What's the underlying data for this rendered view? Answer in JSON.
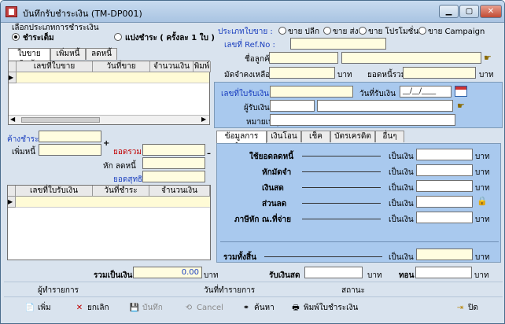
{
  "window": {
    "title": "บันทึกรับชำระเงิน (TM-DP001)",
    "min": "▁",
    "max": "▢",
    "close": "✕"
  },
  "payment_type": {
    "group_label": "เลือกประเภทการชำระเงิน",
    "option1": "ชำระเต็ม",
    "option2": "แบ่งชำระ ( ครั้งละ 1 ใบ )"
  },
  "left_tabs": {
    "tab1": "ใบขายสินค้า",
    "tab2": "เพิ่มหนี้",
    "tab3": "ลดหนี้"
  },
  "sales_grid": {
    "headers": [
      "",
      "เลขที่ใบขาย",
      "วันที่ขาย",
      "จำนวนเงิน",
      "พิมพ์"
    ]
  },
  "sale_type": {
    "label": "ประเภทใบขาย :",
    "options": [
      "ขาย ปลีก",
      "ขาย ส่ง",
      "ขาย โปรโมชั่น",
      "ขาย Campaign"
    ]
  },
  "ref_no": {
    "label": "เลขที่ Ref.No :"
  },
  "customer": {
    "label": "ชื่อลูกค้า :"
  },
  "deposit": {
    "label": "มัดจำคงเหลือ :",
    "unit": "บาท",
    "total_debt_label": "ยอดหนี้รวม",
    "total_debt_unit": "บาท"
  },
  "receipt": {
    "no_label": "เลขที่ใบรับเงิน",
    "date_label": "วันที่รับเงิน",
    "date_value": "__/__/____",
    "receiver_label": "ผู้รับเงิน",
    "note_label": "หมายเหตุ"
  },
  "summary": {
    "outstanding": "ค้างชำระ",
    "add_debt": "เพิ่มหนี้",
    "total": "ยอดรวม",
    "deduct_debt": "หัก ลดหนี้",
    "net": "ยอดสุทธิ"
  },
  "receipt_grid": {
    "headers": [
      "",
      "เลขที่ใบรับเงิน",
      "วันที่ชำระ",
      "จำนวนเงิน"
    ]
  },
  "pay_tabs": {
    "tab1": "ข้อมูลการชำระ",
    "tab2": "เงินโอน",
    "tab3": "เช็ค",
    "tab4": "บัตรเครดิต",
    "tab5": "อื่นๆ"
  },
  "pay_rows": [
    {
      "label": "ใช้ยอดลดหนี้",
      "as": "เป็นเงิน",
      "unit": "บาท"
    },
    {
      "label": "หักมัดจำ",
      "as": "เป็นเงิน",
      "unit": "บาท"
    },
    {
      "label": "เงินสด",
      "as": "เป็นเงิน",
      "unit": "บาท"
    },
    {
      "label": "ส่วนลด",
      "as": "เป็นเงิน",
      "unit": "บาท"
    },
    {
      "label": "ภาษีหัก ณ.ที่จ่าย",
      "as": "เป็นเงิน",
      "unit": "บาท"
    }
  ],
  "pay_total": {
    "label": "รวมทั้งสิ้น",
    "as": "เป็นเงิน",
    "unit": "บาท"
  },
  "bottom": {
    "sum_label": "รวมเป็นเงิน",
    "sum_value": "0.00",
    "sum_unit": "บาท",
    "cash_recv_label": "รับเงินสด",
    "cash_unit": "บาท",
    "change_label": "ทอน",
    "change_unit": "บาท"
  },
  "status": {
    "maker_label": "ผู้ทำรายการ",
    "date_label": "วันที่ทำรายการ",
    "state_label": "สถานะ"
  },
  "toolbar": {
    "add": "เพิ่ม",
    "cancel": "ยกเลิก",
    "save": "บันทึก",
    "cancel2": "Cancel",
    "search": "ค้นหา",
    "print": "พิมพ์ใบชำระเงิน",
    "close": "ปิด"
  }
}
